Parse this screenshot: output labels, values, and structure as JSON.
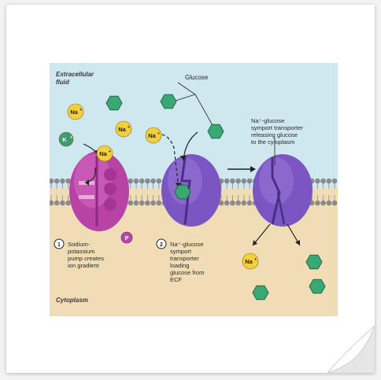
{
  "colors": {
    "ecf": "#cfe7ee",
    "cytoplasm": "#f1ddb5",
    "pump": "#b842a6",
    "symporter": "#7b55c2",
    "sodium": "#f4cf3a",
    "potassium": "#3a9d73",
    "glucose": "#3aa874",
    "phosphate": "#b34aa8"
  },
  "region_labels": {
    "extracellular": [
      "Extracellular",
      "fluid"
    ],
    "cytoplasm": "Cytoplasm"
  },
  "ions": {
    "sodium": "Na",
    "sodium_charge": "+",
    "potassium": "K",
    "potassium_charge": "+",
    "phosphate": "P"
  },
  "labels": {
    "glucose": "Glucose",
    "releasing": [
      "Na⁺-glucose",
      "symport transporter",
      "releasing glucose",
      "to the cytoplasm"
    ]
  },
  "steps": [
    {
      "number": "1",
      "lines": [
        "Sodium-",
        "potassium",
        "pump creates",
        "ion gradient"
      ]
    },
    {
      "number": "2",
      "lines": [
        "Na⁺-glucose",
        "symport",
        "transporter",
        "loading",
        "glucose from",
        "ECF"
      ]
    }
  ]
}
